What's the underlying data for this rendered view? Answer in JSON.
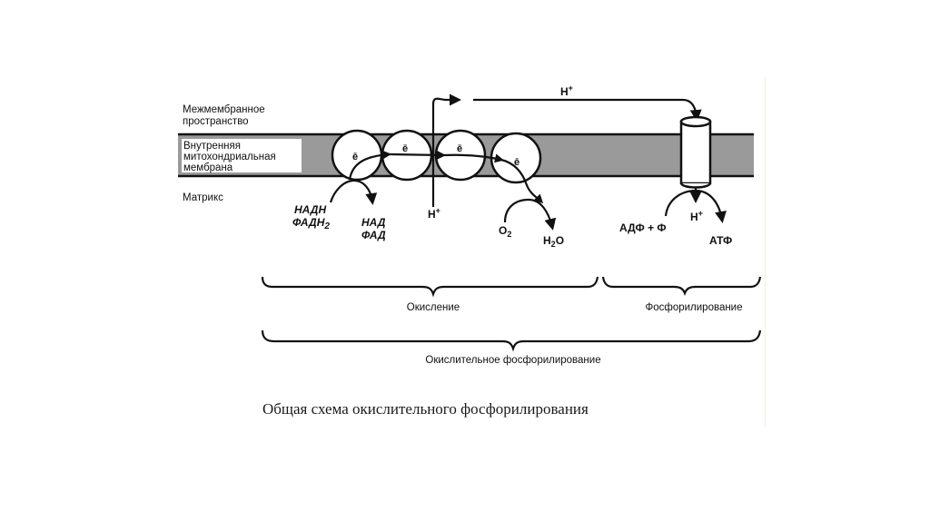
{
  "diagram": {
    "title": "Общая схема окислительного фосфорилирования",
    "regions": {
      "intermembrane_space": [
        "Межмембранное",
        "пространство"
      ],
      "inner_membrane": [
        "Внутренняя",
        "митохондриальная",
        "мембрана"
      ],
      "matrix": "Матрикс"
    },
    "electron_carriers": [
      "ē",
      "ē",
      "ē",
      "ē"
    ],
    "substrates": {
      "donors": [
        "НАДН",
        "ФАДН",
        "2"
      ],
      "oxidized": [
        "НАД",
        "ФАД"
      ],
      "oxygen": [
        "O",
        "2"
      ],
      "water": [
        "H",
        "2",
        "O"
      ]
    },
    "proton": {
      "top_label": "H",
      "matrix_label": "H",
      "synthase_label": "H",
      "superscript": "+"
    },
    "atp_synthase": {
      "input": "АДФ + Ф",
      "output": "АТФ"
    },
    "brackets": {
      "oxidation": "Окисление",
      "phosphorylation": "Фосфорилирование",
      "combined": "Окислительное фосфорилирование"
    },
    "colors": {
      "membrane": "#9a9a9a",
      "line": "#111111",
      "background": "#ffffff"
    }
  }
}
